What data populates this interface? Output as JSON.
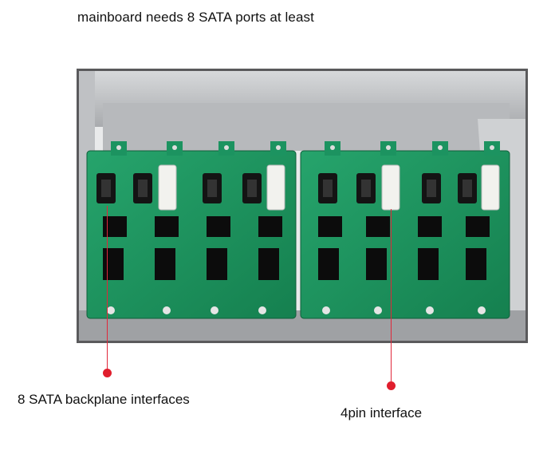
{
  "header": {
    "text": "mainboard needs 8 SATA ports at least"
  },
  "photo": {
    "subject": "8-bay hot-swap backplane with SATA connectors",
    "colors": {
      "frame": "#5a5a5c",
      "pcb": "#1f9a64",
      "chassis": "#c9cbcd",
      "molex": "#f2f2ee",
      "sata": "#141414"
    }
  },
  "callouts": [
    {
      "label": "8 SATA backplane interfaces"
    },
    {
      "label": "4pin interface"
    }
  ]
}
